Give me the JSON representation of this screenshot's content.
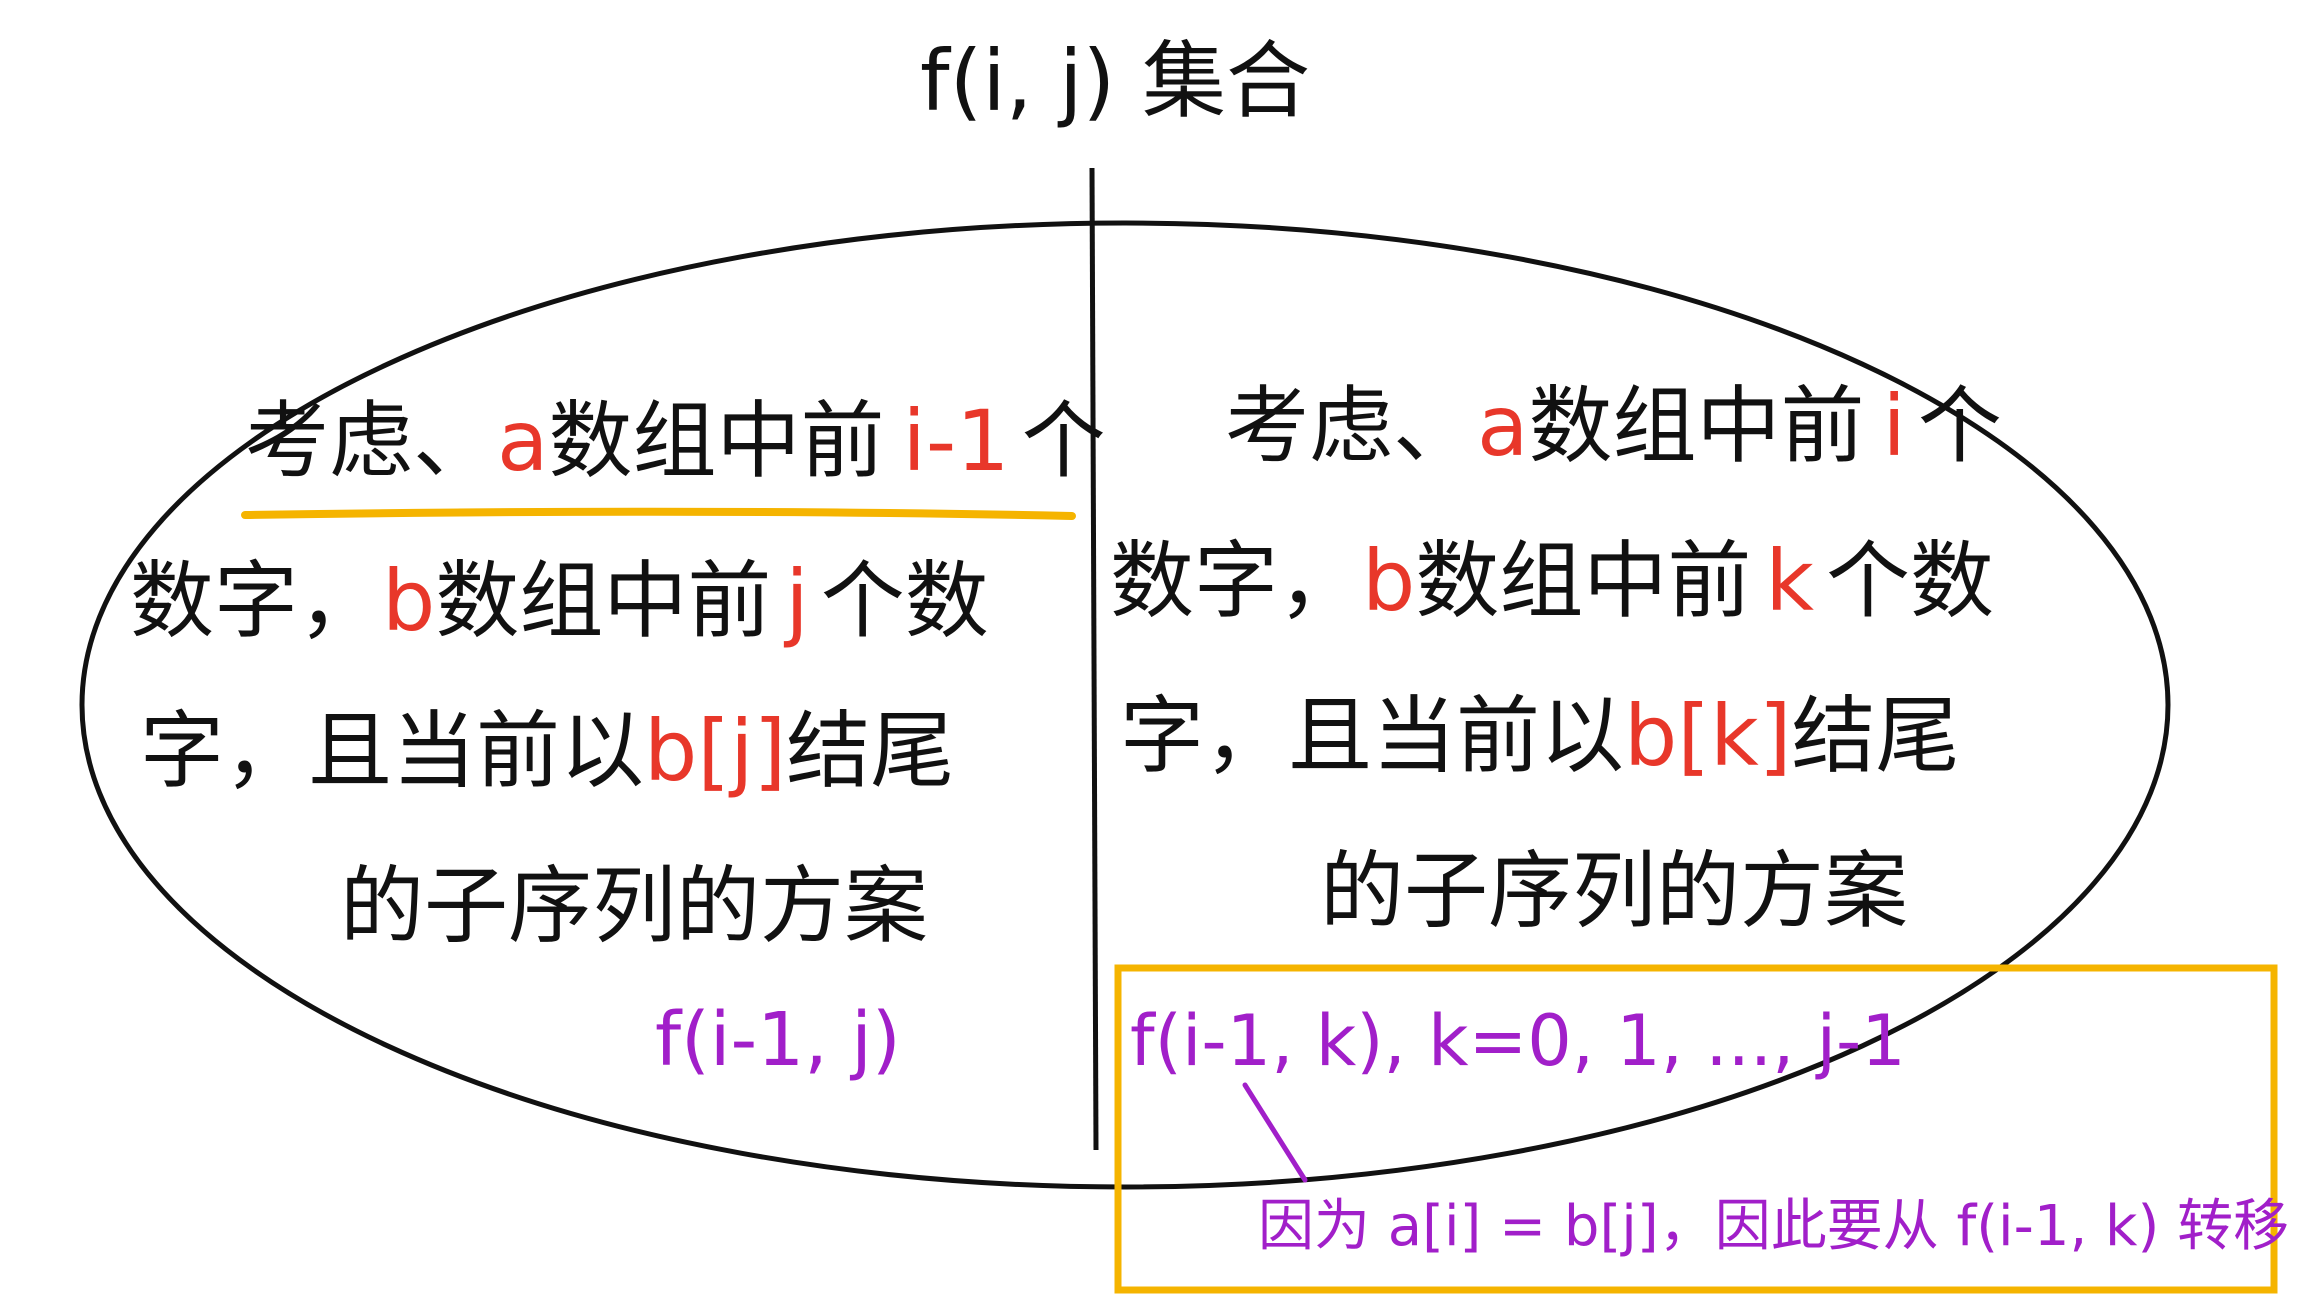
{
  "title": "f(i, j) 集合",
  "left": {
    "line1": [
      "考虑、",
      "a",
      "数组中前",
      "i-1",
      "个"
    ],
    "line2": [
      "数字，",
      "b",
      "数组中前",
      "j",
      "个数"
    ],
    "line3": [
      "字，且当前以",
      "b[j]",
      "结尾"
    ],
    "line4": "的子序列的方案",
    "formula": "f(i-1, j)"
  },
  "right": {
    "line1": [
      "考虑、",
      "a",
      "数组中前",
      "i",
      "个"
    ],
    "line2": [
      "数字，",
      "b",
      "数组中前",
      "k",
      "个数"
    ],
    "line3": [
      "字，且当前以",
      "b[k]",
      "结尾"
    ],
    "line4": "的子序列的方案",
    "formula": "f(i-1, k), k=0, 1, ..., j-1",
    "note": "因为 a[i] = b[j]，因此要从 f(i-1, k) 转移"
  },
  "colors": {
    "ink": "#111111",
    "highlight": "#e8372a",
    "formula": "#a11fc9",
    "box": "#f5b400",
    "underline": "#f5b400"
  }
}
